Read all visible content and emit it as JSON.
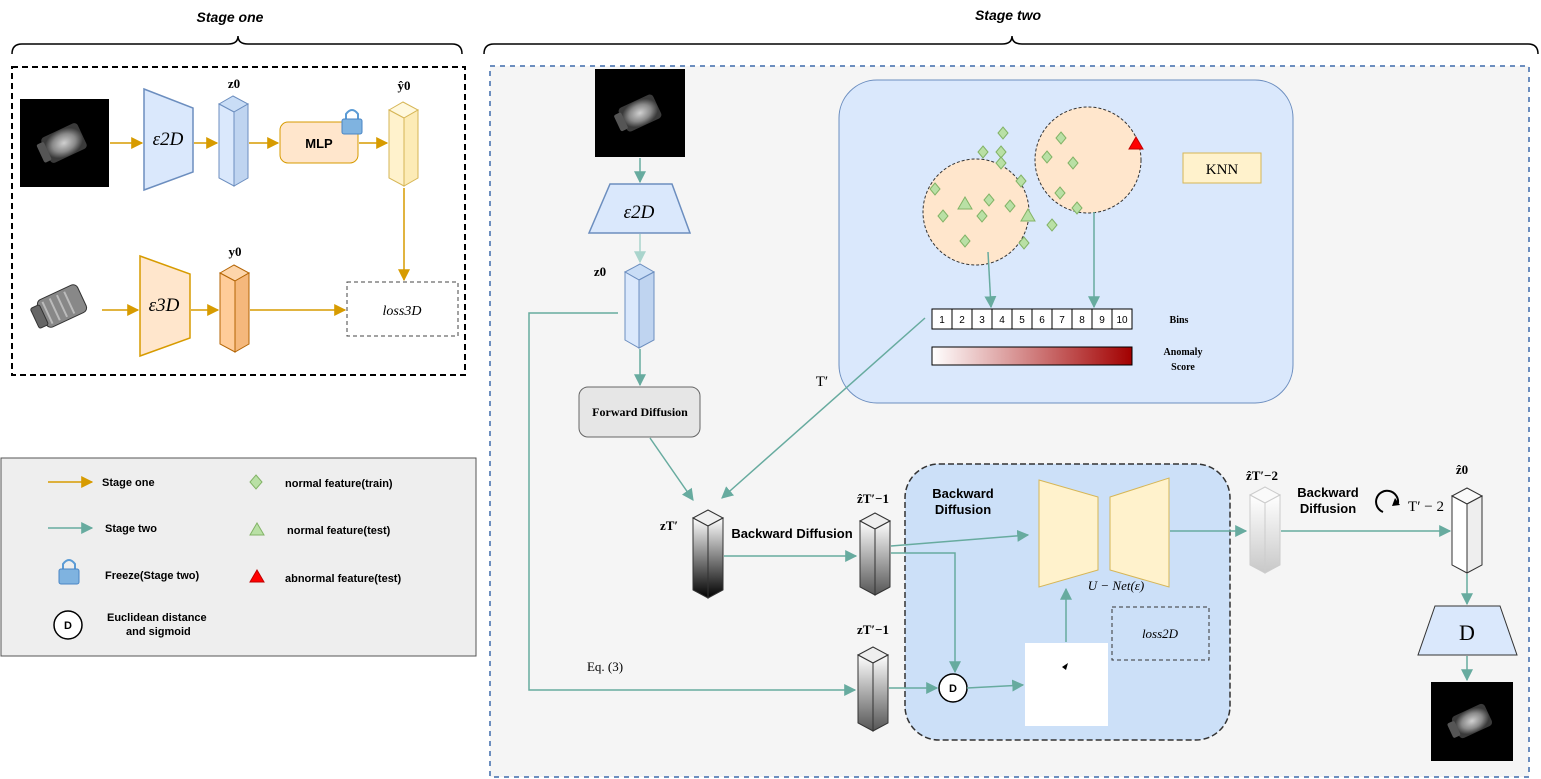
{
  "colors": {
    "stage_one_arrow": "#D79B00",
    "stage_two_arrow": "#67AB9F",
    "encoder_blue_fill": "#DAE8FC",
    "encoder_blue_stroke": "#6C8EBF",
    "orange_fill": "#FFE6CC",
    "orange_stroke": "#D79B00",
    "yellow_fill": "#FFF2CC",
    "yellow_stroke": "#D6B656",
    "panel_fill": "#F5F5F5",
    "inner_blue": "#DAE8FC",
    "normal_feature": "#B9E0A5",
    "normal_feature_stroke": "#82B366",
    "abnormal_feature": "#FF0000",
    "legend_fill": "#EEEEEE"
  },
  "stage_one": {
    "title": "Stage one",
    "encoder_2d": "ε2D",
    "encoder_3d": "ε3D",
    "z0_label": "z0",
    "y0_label": "y0",
    "y0_hat_label": "ŷ0",
    "mlp_label": "MLP",
    "loss_label": "loss3D"
  },
  "stage_two": {
    "title": "Stage two",
    "encoder_2d": "ε2D",
    "z0_label": "z0",
    "forward_diffusion": "Forward Diffusion",
    "t_prime": "T′",
    "eq_label": "Eq. (3)",
    "knn_label": "KNN",
    "bins": [
      "1",
      "2",
      "3",
      "4",
      "5",
      "6",
      "7",
      "8",
      "9",
      "10"
    ],
    "bins_label": "Bins",
    "anomaly_score_label": [
      "Anomaly",
      "Score"
    ],
    "z_t_prime": "zT′",
    "backward_diffusion_main": "Backward Diffusion",
    "z_hat_t_minus_1": "ẑT′−1",
    "z_t_minus_1": "zT′−1",
    "inner_backward_diffusion": [
      "Backward",
      "Diffusion"
    ],
    "unet_label": "U − Net(ε)",
    "loss_2d": "loss2D",
    "z_hat_t_minus_2": "ẑT′−2",
    "backward_diffusion_right": [
      "Backward",
      "Diffusion"
    ],
    "loop_label": "T′ − 2",
    "z_hat_0": "ẑ0",
    "decoder_label": "D",
    "d_circle": "D"
  },
  "legend": {
    "stage_one": "Stage one",
    "stage_two": "Stage two",
    "freeze": "Freeze(Stage two)",
    "euclid": [
      "Euclidean distance",
      "and sigmoid"
    ],
    "d_symbol": "D",
    "normal_train": "normal feature(train)",
    "normal_test": "normal feature(test)",
    "abnormal_test": "abnormal feature(test)"
  }
}
